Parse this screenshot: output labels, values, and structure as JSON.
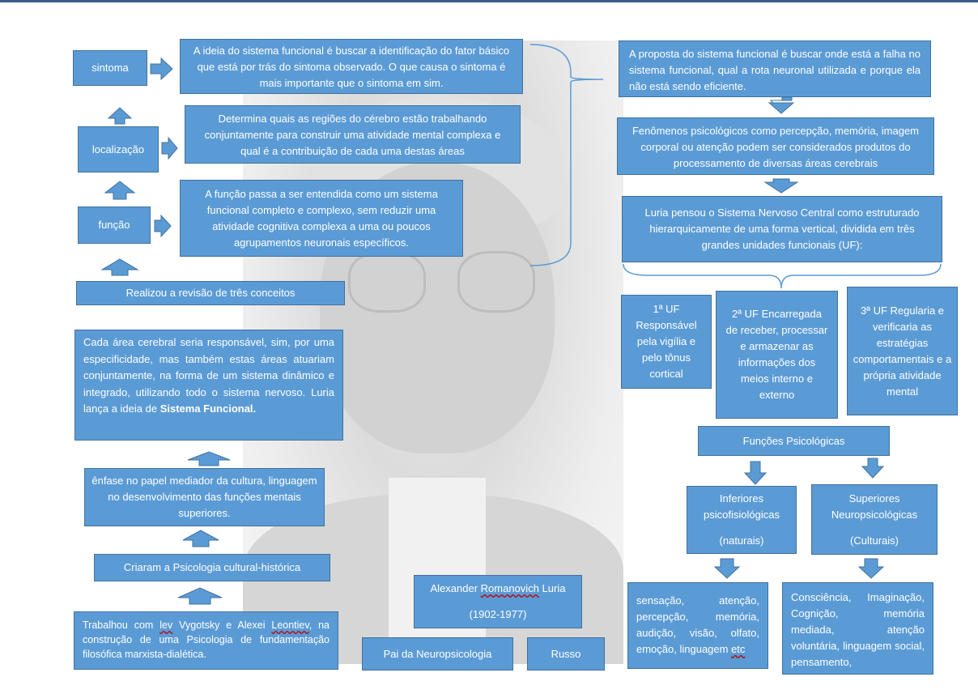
{
  "left_column": {
    "sintoma": "sintoma",
    "localizacao": "localização",
    "funcao": "função",
    "revisao": "Realizou a revisão de três conceitos",
    "sistema_funcional_pre": "Cada área cerebral seria responsável, sim, por uma especificidade, mas também estas áreas atuariam conjuntamente, na forma de um sistema dinâmico e integrado, utilizando todo o sistema nervoso. Luria lança a ideia de ",
    "sistema_funcional_bold": "Sistema Funcional.",
    "enfase": "ênfase no papel mediador da cultura, linguagem no desenvolvimento das funções mentais superiores.",
    "criaram": "Criaram a Psicologia cultural-histórica",
    "trabalhou_a": "Trabalhou com ",
    "trabalhou_lev": "lev",
    "trabalhou_b": " Vygotsky e Alexei ",
    "trabalhou_leontiev": "Leontiev",
    "trabalhou_c": ", na construção de uma Psicologia de fundamentação filosófica marxista-dialética."
  },
  "middle_column": {
    "ideia": "A ideia do sistema funcional é buscar a identificação do fator básico que está por trás do sintoma observado. O que causa o sintoma é mais importante que o sintoma em sim.",
    "determina": "Determina quais as regiões do cérebro estão trabalhando conjuntamente para construir uma atividade mental complexa e qual é a contribuição de cada uma destas áreas",
    "funcao_desc": "A função passa a ser entendida como um sistema funcional completo e complexo, sem reduzir uma atividade cognitiva complexa a uma ou poucos agrupamentos neuronais específicos.",
    "name_a": "Alexander ",
    "name_b": "Romanovich",
    "name_c": " Luria",
    "years": "(1902-1977)",
    "pai": "Pai da Neuropsicologia",
    "russo": "Russo"
  },
  "right_column": {
    "proposta": "A proposta do sistema funcional é buscar onde está a falha no sistema funcional, qual a rota neuronal utilizada e porque ela não está sendo eficiente.",
    "fenomenos": "Fenômenos psicológicos como percepção, memória, imagem corporal ou atenção podem ser considerados produtos do processamento de diversas áreas cerebrais",
    "luria_pensou": "Luria pensou o Sistema Nervoso Central como estruturado hierarquicamente de uma forma vertical, dividida em três grandes unidades funcionais (UF):",
    "uf1": "1ª UF Responsável pela vigília e pelo tônus cortical",
    "uf2": "2ª UF Encarregada de receber, processar e armazenar as informações dos meios interno e externo",
    "uf3": "3ª UF Regularia e verificaria as estratégias comportamentais e a própria atividade mental",
    "funcoes": "Funções Psicológicas",
    "inferiores_1": "Inferiores psicofisiológicas",
    "inferiores_2": "(naturais)",
    "superiores_1": "Superiores Neuropsicológicas",
    "superiores_2": "(Culturais)",
    "sensacao_a": "sensação, atenção, percepção, memória, audição, visão, olfato, emoção, linguagem ",
    "sensacao_etc": "etc",
    "consciencia": "Consciência, Imaginação, Cognição, memória mediada, atenção voluntária, linguagem social, pensamento,"
  },
  "colors": {
    "box_fill": "#5b9bd5",
    "box_border": "#41719c",
    "text": "#ffffff"
  }
}
